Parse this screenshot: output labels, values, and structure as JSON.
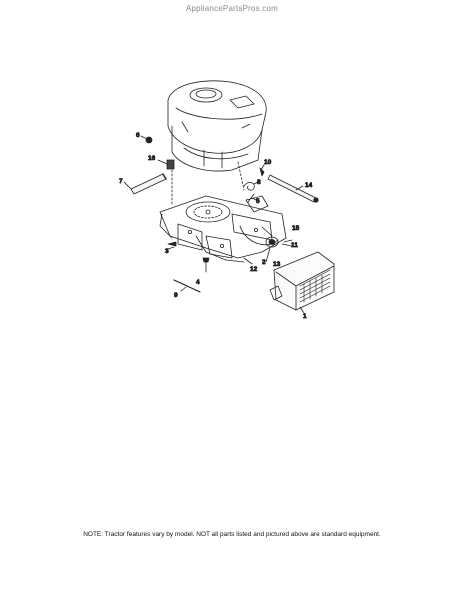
{
  "watermark": "AppliancePartsPros.com",
  "callouts": [
    "1",
    "2",
    "3",
    "4",
    "5",
    "6",
    "7",
    "8",
    "9",
    "10",
    "11",
    "12",
    "13",
    "14",
    "15",
    "16"
  ],
  "note": "NOTE: Tractor features vary by model. NOT all parts listed and pictured above are standard equipment."
}
